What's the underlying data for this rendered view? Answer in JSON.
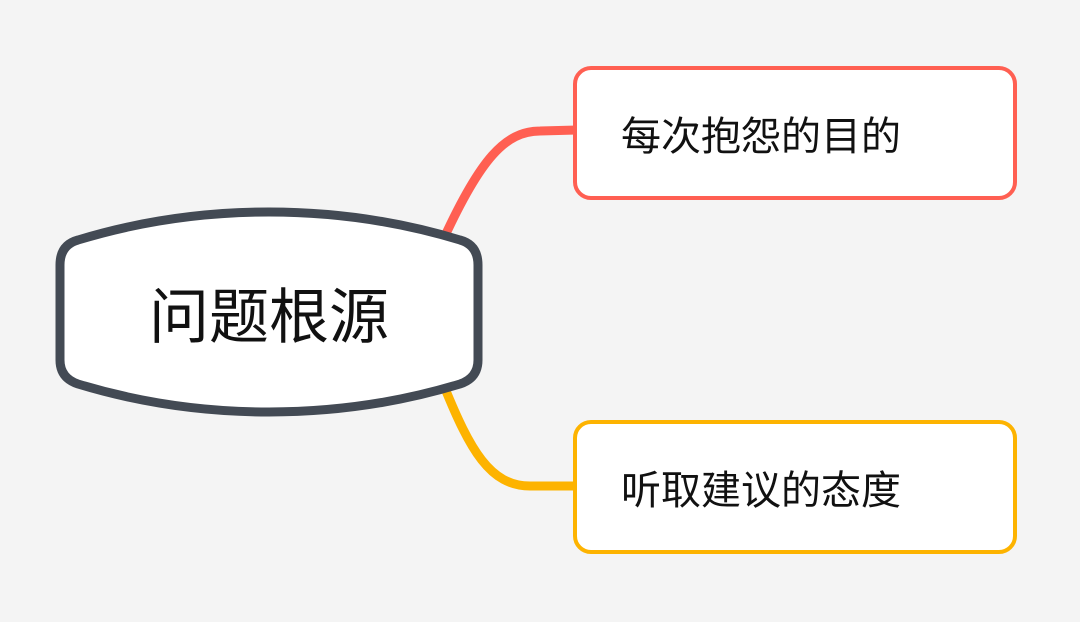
{
  "mindmap": {
    "root": {
      "label": "问题根源",
      "border_color": "#434a54"
    },
    "branches": [
      {
        "label": "每次抱怨的目的",
        "color": "#ff5f52"
      },
      {
        "label": "听取建议的态度",
        "color": "#fdb300"
      }
    ],
    "background": "#f4f4f4"
  }
}
